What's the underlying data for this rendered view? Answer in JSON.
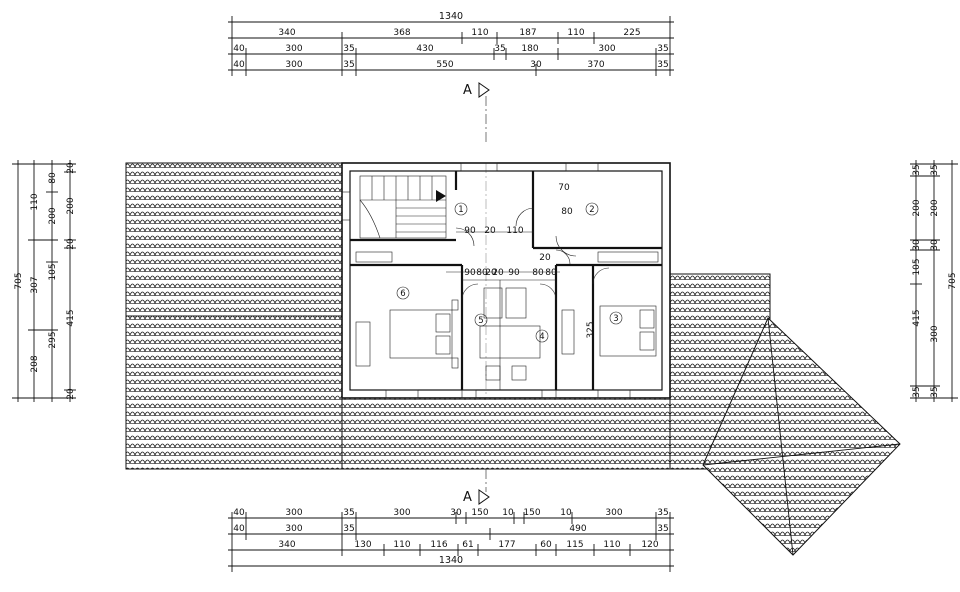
{
  "section_marker": "A",
  "top_dimensions": {
    "row1": [
      "1340"
    ],
    "row2": [
      "340",
      "368",
      "110",
      "187",
      "110",
      "225"
    ],
    "row3": [
      "40",
      "300",
      "35",
      "430",
      "35",
      "180",
      "300",
      "35"
    ],
    "row4": [
      "40",
      "300",
      "35",
      "550",
      "30",
      "370",
      "35"
    ]
  },
  "bottom_dimensions": {
    "row1": [
      "40",
      "300",
      "35",
      "300",
      "30",
      "150",
      "10",
      "150",
      "10",
      "300",
      "35"
    ],
    "row2": [
      "40",
      "300",
      "35",
      "490",
      "35"
    ],
    "row3": [
      "340",
      "130",
      "110",
      "116",
      "61",
      "177",
      "60",
      "115",
      "110",
      "120"
    ],
    "row4": [
      "1340"
    ]
  },
  "left_dimensions": {
    "outer": [
      "705"
    ],
    "col2": [
      "110",
      "307",
      "208"
    ],
    "col3": [
      "80",
      "200",
      "105",
      "295"
    ],
    "col4": [
      "20",
      "200",
      "20",
      "415",
      "20"
    ]
  },
  "right_dimensions": {
    "col1": [
      "35",
      "200",
      "30",
      "105",
      "415",
      "35"
    ],
    "col2": [
      "35",
      "200",
      "30",
      "300",
      "35"
    ],
    "outer": [
      "705"
    ]
  },
  "rooms": [
    "1",
    "2",
    "3",
    "4",
    "5",
    "6"
  ],
  "interior_labels": [
    "90",
    "20",
    "110",
    "70",
    "80",
    "90",
    "80",
    "20",
    "80",
    "20",
    "90",
    "80",
    "20",
    "325"
  ]
}
